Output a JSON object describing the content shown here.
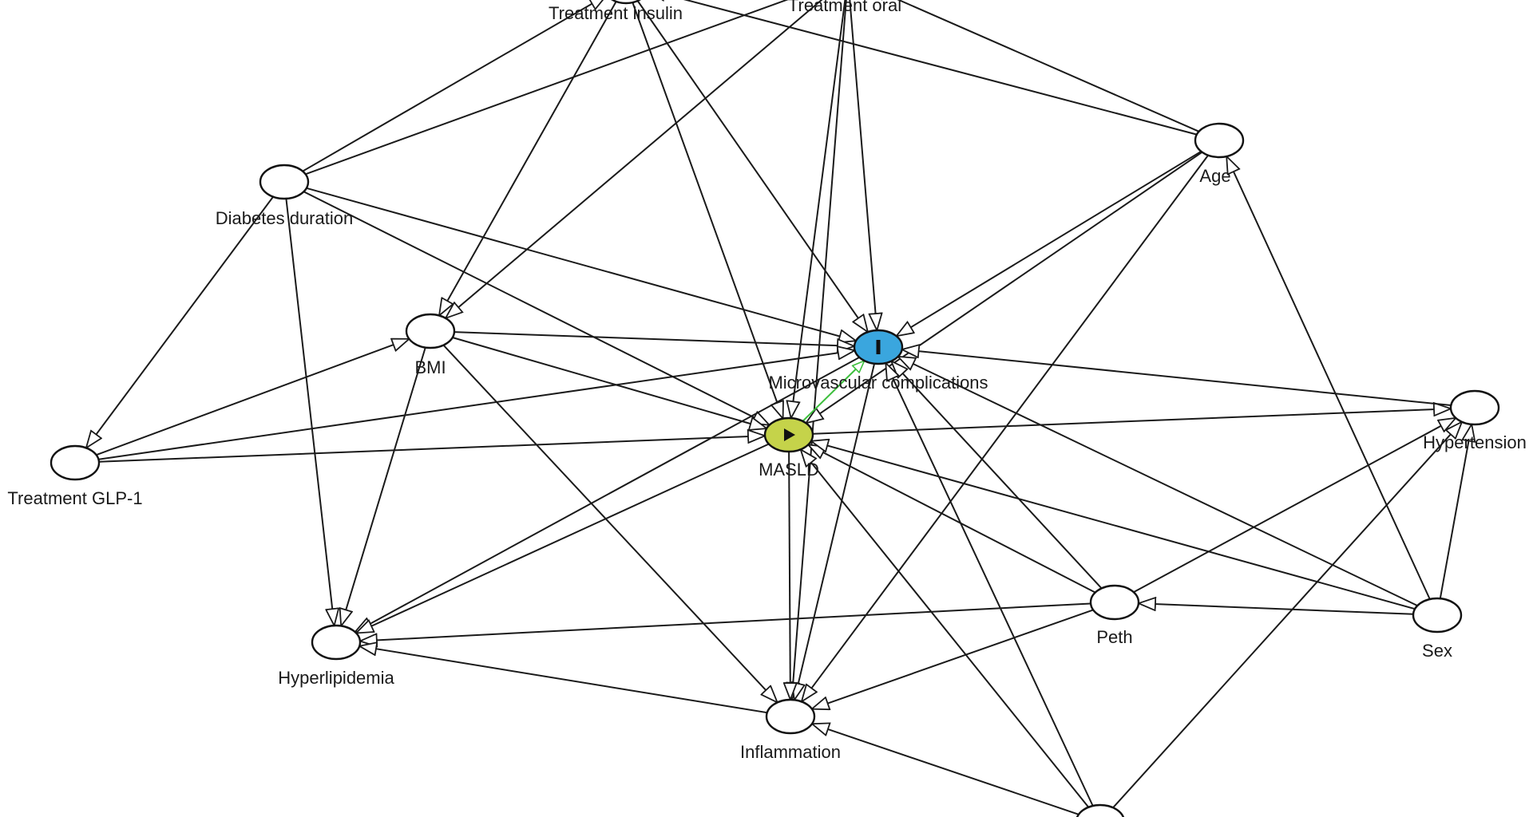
{
  "diagram": {
    "type": "causal-dag",
    "colors": {
      "exposure": "#c5d34a",
      "outcome": "#3aa6de",
      "default": "#ffffff",
      "edge": "#1a1a1a",
      "causal_path": "#3cbf3c"
    },
    "nodes": [
      {
        "id": "treat_insulin",
        "label": "Treatment insulin",
        "role": "default"
      },
      {
        "id": "treat_oral",
        "label": "Treatment oral",
        "role": "default"
      },
      {
        "id": "age",
        "label": "Age",
        "role": "default"
      },
      {
        "id": "diab_dur",
        "label": "Diabetes duration",
        "role": "default"
      },
      {
        "id": "bmi",
        "label": "BMI",
        "role": "default"
      },
      {
        "id": "micro",
        "label": "Microvascular complications",
        "role": "outcome",
        "icon": "outcome-bar-icon"
      },
      {
        "id": "masld",
        "label": "MASLD",
        "role": "exposure",
        "icon": "exposure-play-icon"
      },
      {
        "id": "hyperten",
        "label": "Hypertension",
        "role": "default"
      },
      {
        "id": "glp1",
        "label": "Treatment GLP-1",
        "role": "default"
      },
      {
        "id": "hyperlip",
        "label": "Hyperlipidemia",
        "role": "default"
      },
      {
        "id": "peth",
        "label": "Peth",
        "role": "default"
      },
      {
        "id": "sex",
        "label": "Sex",
        "role": "default"
      },
      {
        "id": "inflam",
        "label": "Inflammation",
        "role": "default"
      },
      {
        "id": "bottom",
        "label": "",
        "role": "default"
      }
    ],
    "edges": [
      [
        "treat_insulin",
        "bmi"
      ],
      [
        "treat_insulin",
        "masld"
      ],
      [
        "treat_insulin",
        "micro"
      ],
      [
        "treat_oral",
        "bmi"
      ],
      [
        "treat_oral",
        "masld"
      ],
      [
        "treat_oral",
        "micro"
      ],
      [
        "treat_oral",
        "inflam"
      ],
      [
        "diab_dur",
        "glp1"
      ],
      [
        "diab_dur",
        "hyperlip"
      ],
      [
        "diab_dur",
        "micro"
      ],
      [
        "diab_dur",
        "masld"
      ],
      [
        "diab_dur",
        "treat_insulin"
      ],
      [
        "diab_dur",
        "treat_oral"
      ],
      [
        "age",
        "micro"
      ],
      [
        "age",
        "masld"
      ],
      [
        "age",
        "inflam"
      ],
      [
        "age",
        "treat_insulin"
      ],
      [
        "age",
        "treat_oral"
      ],
      [
        "bmi",
        "micro"
      ],
      [
        "bmi",
        "masld"
      ],
      [
        "bmi",
        "hyperlip"
      ],
      [
        "bmi",
        "inflam"
      ],
      [
        "glp1",
        "bmi"
      ],
      [
        "glp1",
        "micro"
      ],
      [
        "glp1",
        "masld"
      ],
      [
        "micro",
        "hyperlip"
      ],
      [
        "micro",
        "inflam"
      ],
      [
        "masld",
        "micro",
        "causal"
      ],
      [
        "masld",
        "hyperlip"
      ],
      [
        "masld",
        "inflam"
      ],
      [
        "masld",
        "hyperten"
      ],
      [
        "hyperten",
        "micro"
      ],
      [
        "peth",
        "masld"
      ],
      [
        "peth",
        "micro"
      ],
      [
        "peth",
        "hyperlip"
      ],
      [
        "peth",
        "inflam"
      ],
      [
        "peth",
        "hyperten"
      ],
      [
        "sex",
        "peth"
      ],
      [
        "sex",
        "age"
      ],
      [
        "sex",
        "hyperten"
      ],
      [
        "sex",
        "micro"
      ],
      [
        "sex",
        "masld"
      ],
      [
        "bottom",
        "masld"
      ],
      [
        "bottom",
        "micro"
      ],
      [
        "bottom",
        "inflam"
      ],
      [
        "bottom",
        "hyperten"
      ],
      [
        "inflam",
        "hyperlip"
      ]
    ]
  }
}
